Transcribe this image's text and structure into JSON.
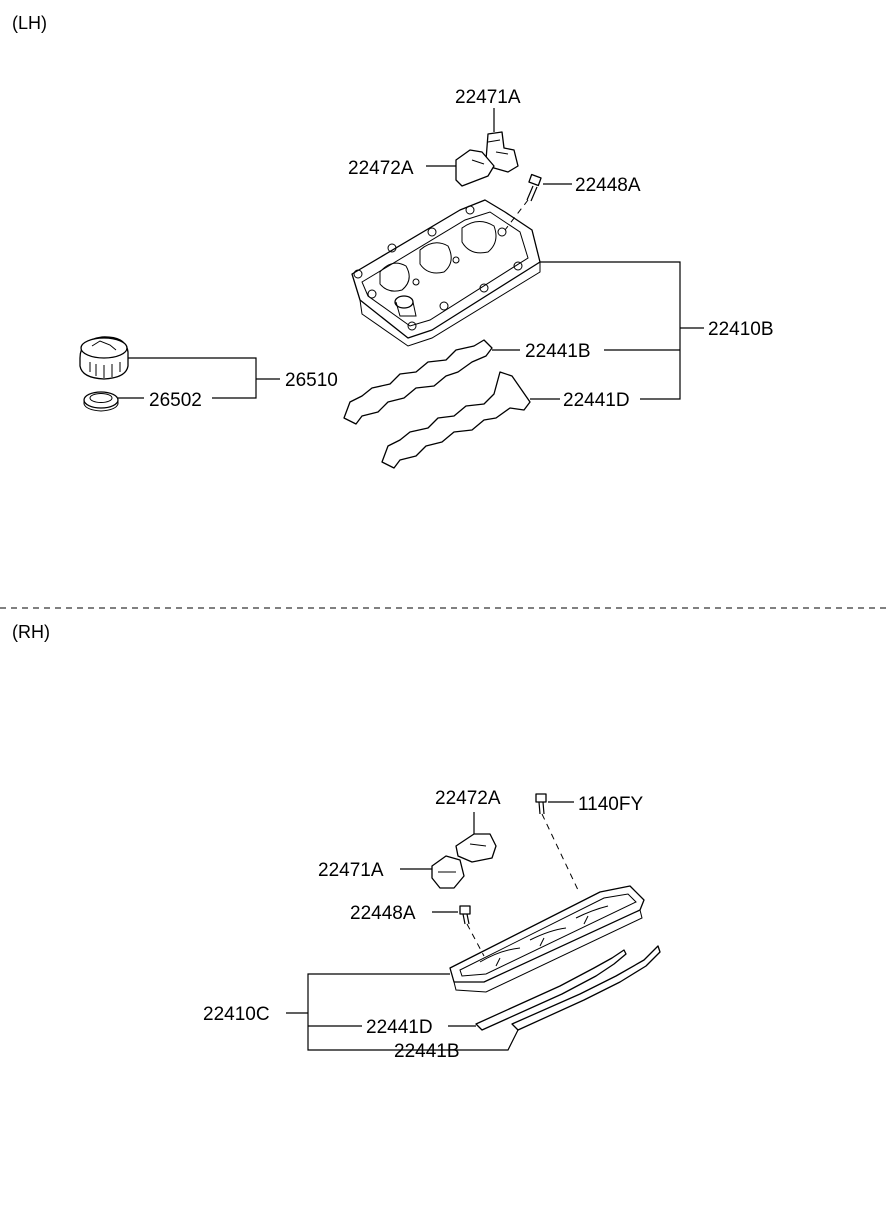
{
  "sections": {
    "lh": "(LH)",
    "rh": "(RH)"
  },
  "lh_labels": {
    "p22471A": "22471A",
    "p22472A": "22472A",
    "p22448A": "22448A",
    "p22410B": "22410B",
    "p22441B": "22441B",
    "p22441D": "22441D",
    "p26510": "26510",
    "p26502": "26502"
  },
  "rh_labels": {
    "p22472A": "22472A",
    "p1140FY": "1140FY",
    "p22471A": "22471A",
    "p22448A": "22448A",
    "p22410C": "22410C",
    "p22441D": "22441D",
    "p22441B": "22441B"
  }
}
